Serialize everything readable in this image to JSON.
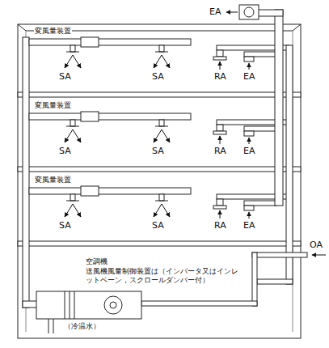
{
  "diagram": {
    "labels": [
      "EA",
      "変風量装置",
      "SA",
      "SA",
      "RA",
      "EA",
      "変風量装置",
      "SA",
      "SA",
      "RA",
      "EA",
      "変風量装置",
      "SA",
      "SA",
      "RA",
      "EA",
      "OA",
      "空調機",
      "送風機風量制御装置は（インバータ又はインレットベーン，スクロールダンパー付）",
      "（冷温水）"
    ]
  }
}
